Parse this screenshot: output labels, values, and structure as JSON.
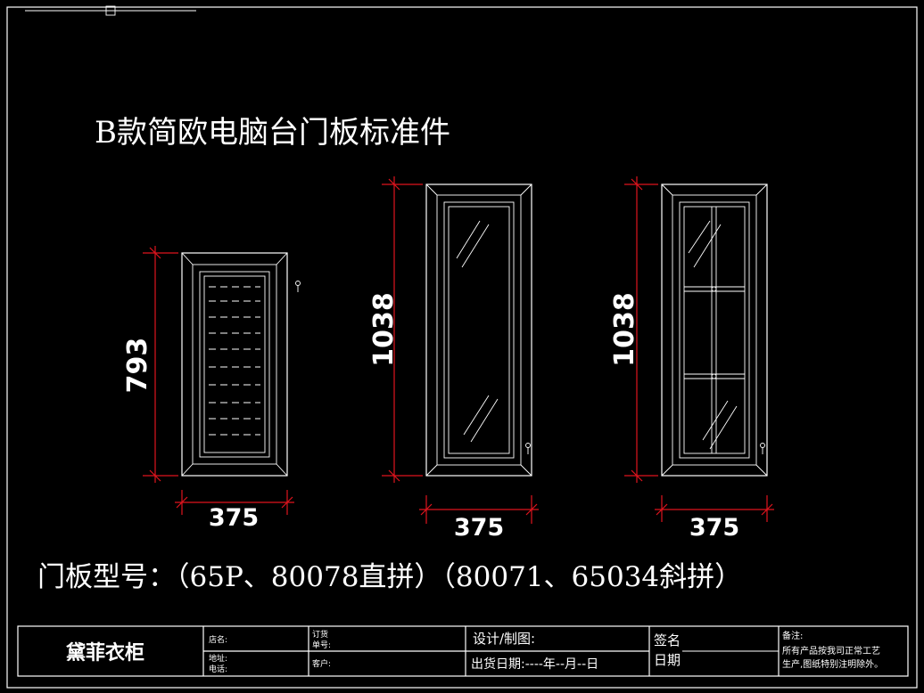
{
  "title": "B款简欧电脑台门板标准件",
  "model_line": "门板型号：（65P、80078直拼）（80071、65034斜拼）",
  "dimensions": {
    "door1_height": "793",
    "door1_width": "375",
    "door2_height": "1038",
    "door2_width": "375",
    "door3_height": "1038",
    "door3_width": "375"
  },
  "title_block": {
    "company": "黛菲衣柜",
    "store_label": "店名:",
    "address_label": "地址:",
    "phone_label": "电话:",
    "order_label_1": "订货",
    "order_label_2": "单号:",
    "customer_label": "客户:",
    "design_label": "设计/制图:",
    "ship_date_label": "出货日期:----年--月--日",
    "sign_label": "签名",
    "date_label": "日期",
    "notes_label": "备注:",
    "notes_line1": "所有产品按我司正常工艺",
    "notes_line2": "生产,图纸特别注明除外。"
  },
  "colors": {
    "background": "#000000",
    "line": "#ffffff",
    "dimension": "#e0141e"
  }
}
